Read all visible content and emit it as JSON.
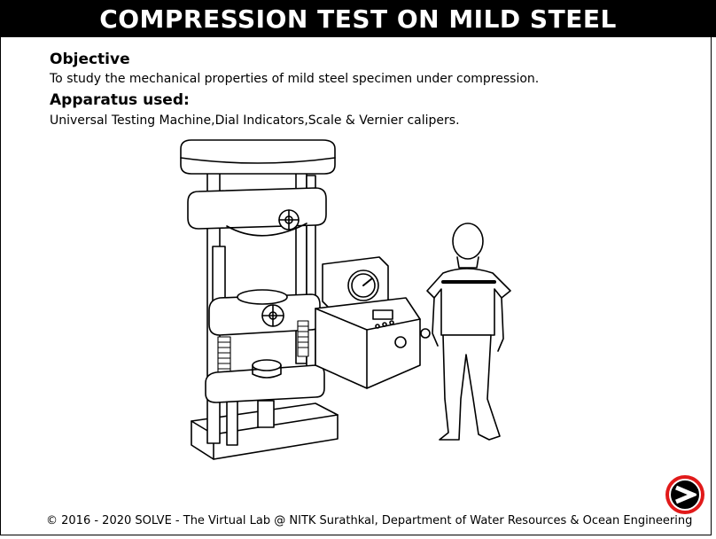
{
  "header": {
    "title": "COMPRESSION TEST ON MILD STEEL"
  },
  "objective": {
    "heading": "Objective",
    "text": "To study the mechanical properties of mild steel specimen under compression."
  },
  "apparatus": {
    "heading": "Apparatus used:",
    "text": "Universal Testing Machine,Dial Indicators,Scale & Vernier calipers."
  },
  "footer": {
    "text": "© 2016 - 2020 SOLVE - The Virtual Lab @ NITK Surathkal, Department of Water Resources & Ocean Engineering"
  },
  "navigation": {
    "next_icon": "next-arrow-icon"
  },
  "colors": {
    "title_bg": "#000000",
    "title_fg": "#ffffff",
    "next_button": "#e11a1a"
  }
}
